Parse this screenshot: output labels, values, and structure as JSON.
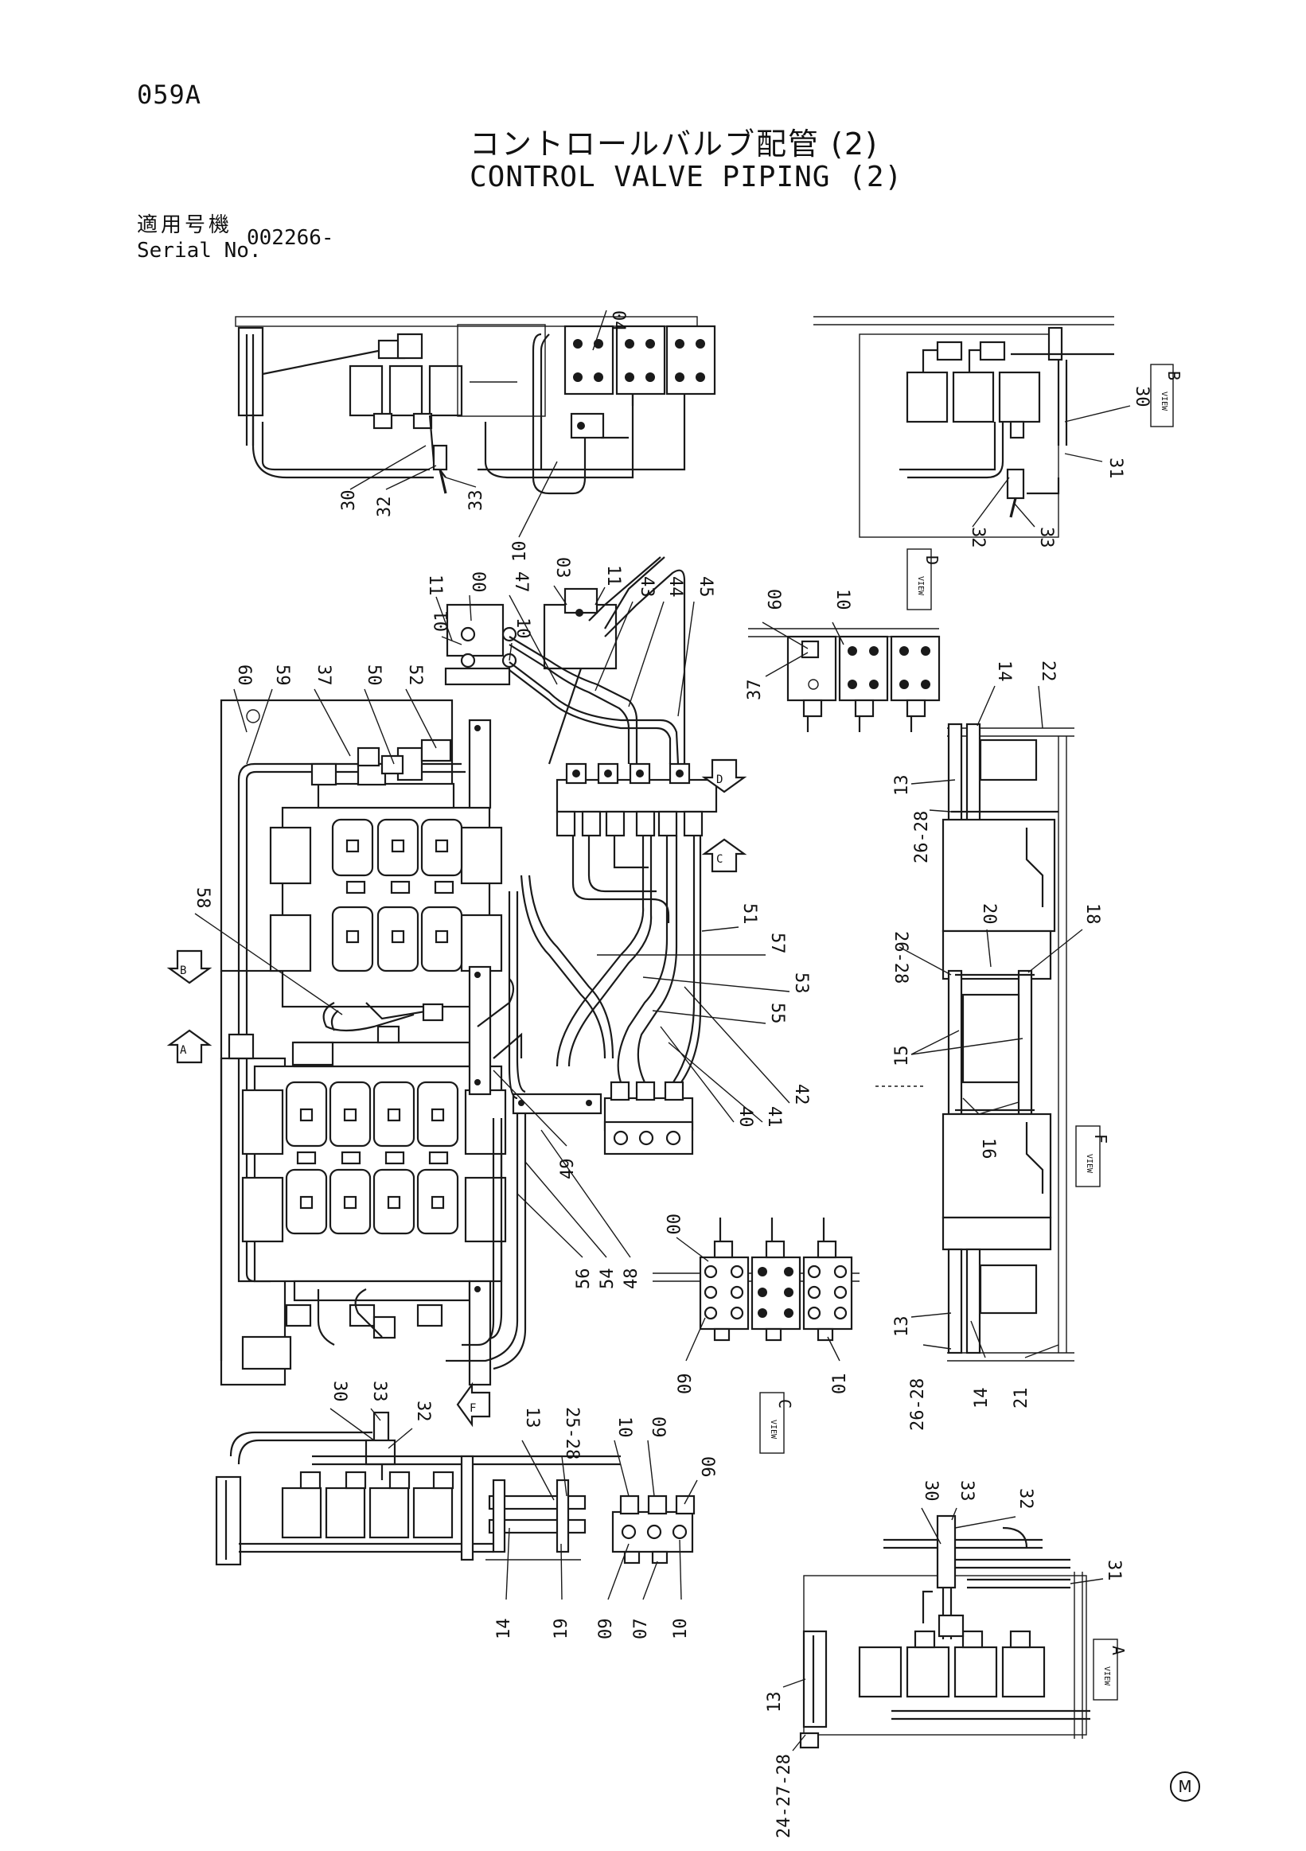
{
  "header": {
    "page_code": "059A",
    "title_jp": "コントロールバルブ配管 (2)",
    "title_en": "CONTROL VALVE PIPING (2)",
    "serial_label_jp": "適用号機",
    "serial_label_en": "Serial No.",
    "serial_value": "002266-"
  },
  "views": {
    "B": {
      "label": "VIEW",
      "letter": "B"
    },
    "D": {
      "label": "VIEW",
      "letter": "D"
    },
    "F": {
      "label": "VIEW",
      "letter": "F"
    },
    "C": {
      "label": "VIEW",
      "letter": "C"
    },
    "A": {
      "label": "VIEW",
      "letter": "A"
    }
  },
  "view_arrows": {
    "B": "B",
    "D": "D",
    "C": "C",
    "A": "A",
    "F": "F"
  },
  "callouts": {
    "top_left": [
      "04",
      "30",
      "32",
      "33",
      "10"
    ],
    "top_right": [
      "30",
      "31",
      "32",
      "33"
    ],
    "view_d": [
      "09",
      "10",
      "37"
    ],
    "main": [
      "11",
      "00",
      "03",
      "47",
      "43",
      "44",
      "45",
      "11",
      "01",
      "10",
      "60",
      "59",
      "37",
      "50",
      "52",
      "58",
      "51",
      "57",
      "53",
      "55",
      "42",
      "41",
      "40",
      "49",
      "56",
      "54",
      "48"
    ],
    "side_right": [
      "14",
      "22",
      "13",
      "26-28",
      "26-28",
      "20",
      "18",
      "15",
      "16",
      "13",
      "26-28",
      "14",
      "21"
    ],
    "view_c": [
      "00",
      "09",
      "01"
    ],
    "bottom_left": [
      "30",
      "33",
      "32",
      "13",
      "25-28",
      "10",
      "09",
      "06",
      "14",
      "19",
      "09",
      "07",
      "10"
    ],
    "bottom_right": [
      "30",
      "33",
      "32",
      "31",
      "13",
      "24-27-28"
    ]
  },
  "footer": {
    "maker_mark": "M"
  }
}
